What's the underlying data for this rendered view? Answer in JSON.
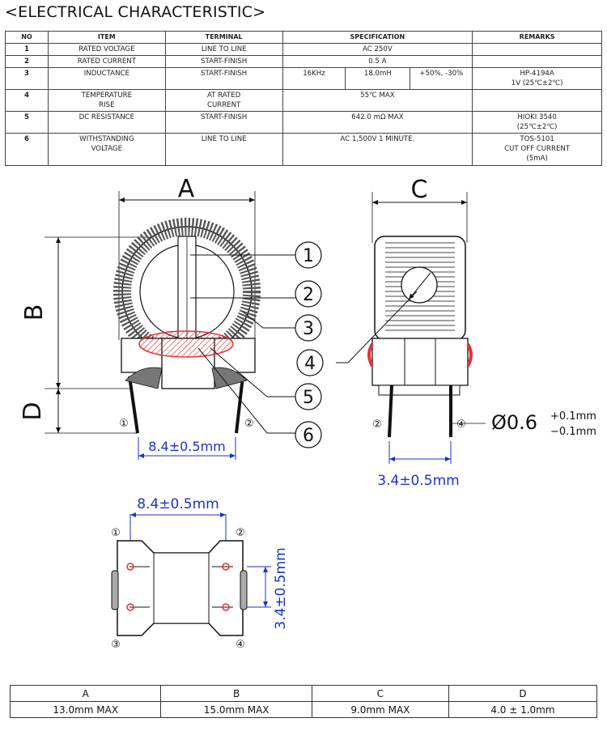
{
  "title": "<ELECTRICAL CHARACTERISTIC>",
  "spec_table": {
    "headers": [
      "NO",
      "ITEM",
      "TERMINAL",
      "SPECIFICATION",
      "REMARKS"
    ],
    "rows": [
      {
        "no": "1",
        "item": "RATED VOLTAGE",
        "terminal": "LINE TO LINE",
        "spec": "AC 250V",
        "remarks": ""
      },
      {
        "no": "2",
        "item": "RATED CURRENT",
        "terminal": "START-FINISH",
        "spec": "0.5 A",
        "remarks": ""
      },
      {
        "no": "3",
        "item": "INDUCTANCE",
        "terminal": "START-FINISH",
        "spec_freq": "16KHz",
        "spec_value": "18.0mH",
        "spec_tol": "+50%, -30%",
        "remarks_1": "HP-4194A",
        "remarks_2": "1V (25℃±2℃)"
      },
      {
        "no": "4",
        "item_1": "TEMPERATURE",
        "item_2": "RISE",
        "terminal_1": "AT RATED",
        "terminal_2": "CURRENT",
        "spec": "55℃ MAX",
        "remarks": ""
      },
      {
        "no": "5",
        "item": "DC RESISTANCE",
        "terminal": "START-FINISH",
        "spec": "642.0 mΩ MAX",
        "remarks_1": "HIOKI 3540",
        "remarks_2": "(25℃±2℃)"
      },
      {
        "no": "6",
        "item_1": "WITHSTANDING",
        "item_2": "VOLTAGE",
        "terminal": "LINE TO LINE",
        "spec": "AC 1,500V 1 MINUTE.",
        "remarks_1": "TOS-5101",
        "remarks_2": "CUT OFF CURRENT",
        "remarks_3": "(5mA)"
      }
    ]
  },
  "drawing": {
    "dim_a": "A",
    "dim_b": "B",
    "dim_c": "C",
    "dim_d": "D",
    "callouts": [
      "1",
      "2",
      "3",
      "4",
      "5",
      "6"
    ],
    "pin_1": "①",
    "pin_2": "②",
    "pin_3": "③",
    "pin_4": "④",
    "front_pitch": "8.4±0.5mm",
    "side_pitch": "3.4±0.5mm",
    "pin_dia": "Ø0.6",
    "pin_tol_plus": "+0.1mm",
    "pin_tol_minus": "−0.1mm",
    "bottom_pitch_h": "8.4±0.5mm",
    "bottom_pitch_v": "3.4±0.5mm",
    "accent_color": "#1a33cc",
    "highlight_color": "#e53030"
  },
  "dims_table": {
    "headers": [
      "A",
      "B",
      "C",
      "D"
    ],
    "values": [
      "13.0mm MAX",
      "15.0mm MAX",
      "9.0mm MAX",
      "4.0 ± 1.0mm"
    ]
  }
}
